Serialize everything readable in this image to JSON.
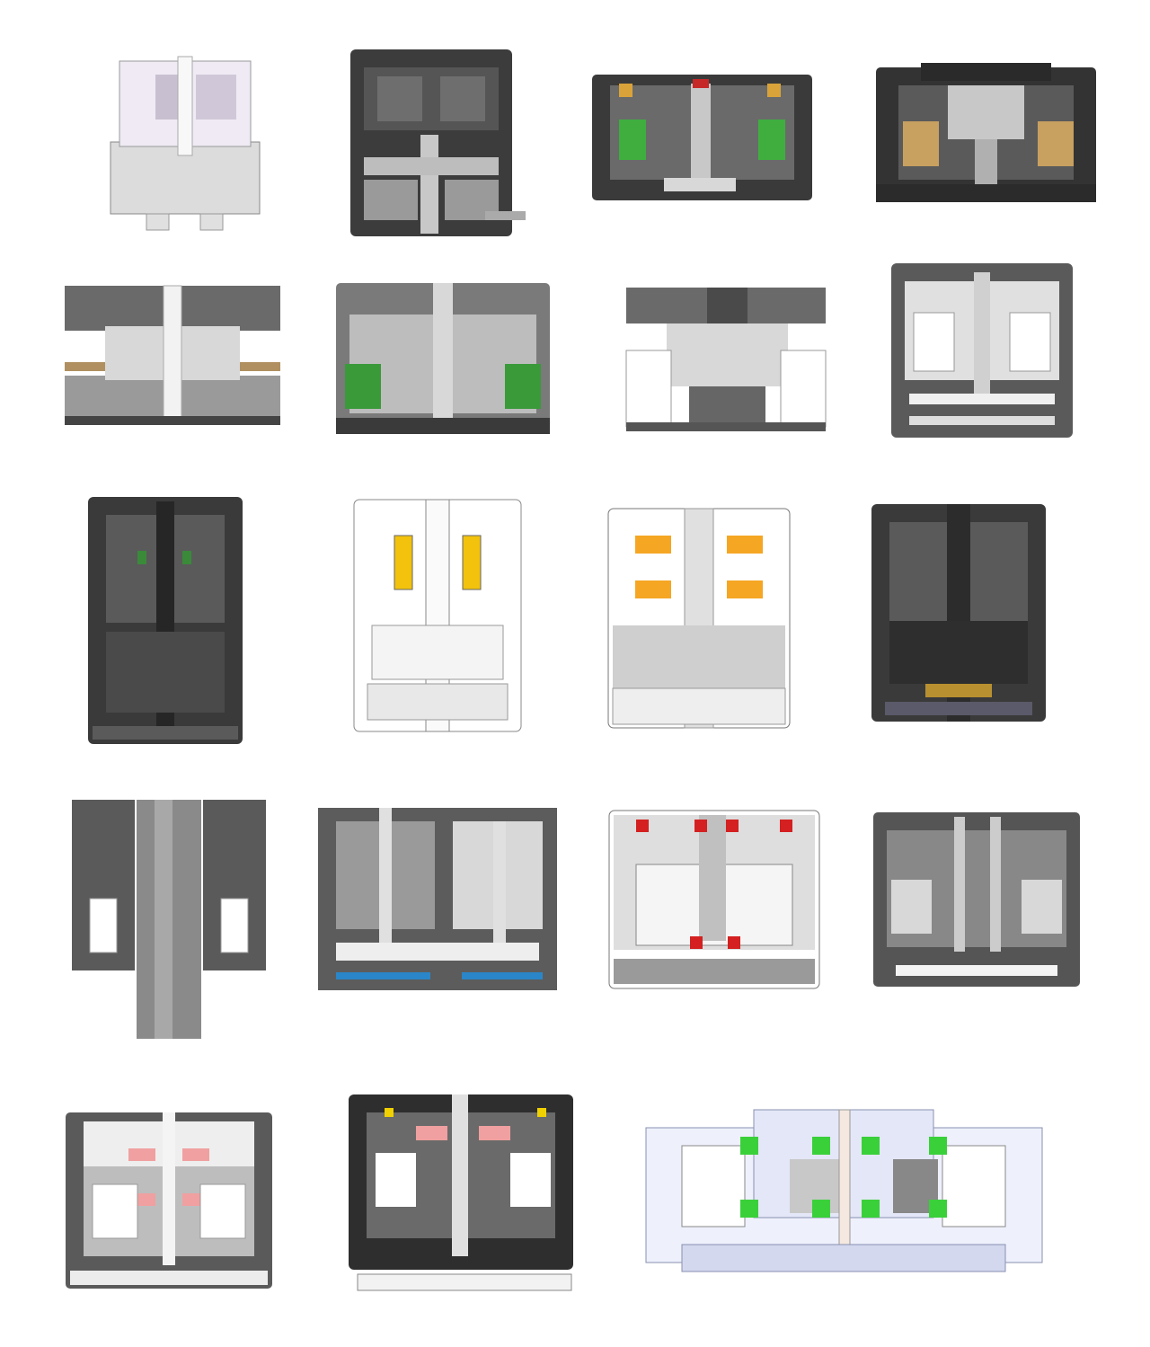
{
  "gallery": {
    "item_count": 19,
    "items": [
      {
        "id": "view-1",
        "style": "white",
        "accent": "#c8c0d0"
      },
      {
        "id": "view-2",
        "style": "dark",
        "accent": "#9a9a9a"
      },
      {
        "id": "view-3",
        "style": "dark",
        "accent": "#3fae3f"
      },
      {
        "id": "view-4",
        "style": "dark",
        "accent": "#c8a060"
      },
      {
        "id": "view-5",
        "style": "grey",
        "accent": "#b09060"
      },
      {
        "id": "view-6",
        "style": "grey",
        "accent": "#3a9a3a"
      },
      {
        "id": "view-7",
        "style": "grey",
        "accent": "#d8d8d8"
      },
      {
        "id": "view-8",
        "style": "grey",
        "accent": "#d8d8d8"
      },
      {
        "id": "view-9",
        "style": "dark",
        "accent": "#3a8a3a"
      },
      {
        "id": "view-10",
        "style": "white",
        "accent": "#f2c20c"
      },
      {
        "id": "view-11",
        "style": "white",
        "accent": "#f5a623"
      },
      {
        "id": "view-12",
        "style": "dark",
        "accent": "#b89030"
      },
      {
        "id": "view-13",
        "style": "grey",
        "accent": "#8a8a8a"
      },
      {
        "id": "view-14",
        "style": "grey",
        "accent": "#2a86c8"
      },
      {
        "id": "view-15",
        "style": "white",
        "accent": "#d42020"
      },
      {
        "id": "view-16",
        "style": "grey",
        "accent": "#d8d8d8"
      },
      {
        "id": "view-17",
        "style": "white",
        "accent": "#f0a0a0"
      },
      {
        "id": "view-18",
        "style": "dark",
        "accent": "#f0a0a0"
      },
      {
        "id": "view-19",
        "style": "light",
        "accent": "#3ad03a"
      }
    ]
  }
}
